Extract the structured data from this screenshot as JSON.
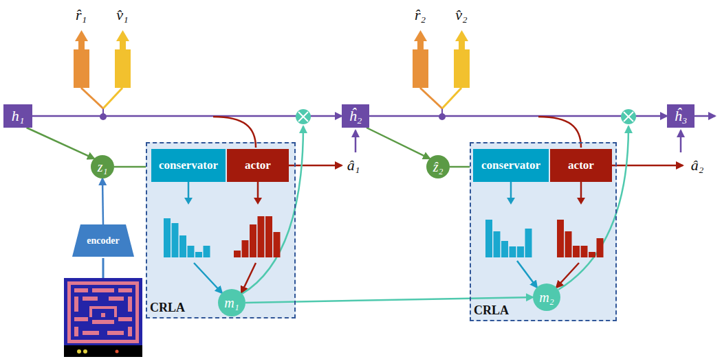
{
  "diagram": {
    "nodes": [
      {
        "text": [
          "h₁"
        ]
      },
      {
        "text": [
          "z₁"
        ]
      },
      {
        "text": [
          "encoder"
        ]
      },
      {
        "text": [
          "CRLA"
        ]
      },
      {
        "text": [
          "conservator"
        ],
        "in": 3
      },
      {
        "text": [
          "actor"
        ],
        "in": 3
      },
      {
        "text": [
          "m₁"
        ],
        "in": 3
      },
      {
        "text": [
          "ĥ₂"
        ]
      },
      {
        "text": [
          "ẑ₂"
        ]
      },
      {
        "text": [
          "CRLA"
        ]
      },
      {
        "text": [
          "conservator"
        ],
        "in": 9
      },
      {
        "text": [
          "actor"
        ],
        "in": 9
      },
      {
        "text": [
          "m₂"
        ],
        "in": 9
      },
      {
        "text": [
          "ĥ₃"
        ]
      }
    ],
    "edges": [
      {
        "from": 0,
        "to": 1,
        "arrow": "to"
      },
      {
        "from": 2,
        "to": 1,
        "arrow": "to"
      },
      {
        "from": 1,
        "to": 3,
        "arrow": "none"
      },
      {
        "from": 4,
        "to": 6,
        "arrow": "to"
      },
      {
        "from": 5,
        "to": 6,
        "arrow": "to"
      },
      {
        "from": 6,
        "to": 12,
        "arrow": "to"
      },
      {
        "from": 0,
        "to": 7,
        "arrow": "to"
      },
      {
        "from": 7,
        "to": 8,
        "arrow": "to"
      },
      {
        "from": 8,
        "to": 9,
        "arrow": "none"
      },
      {
        "from": 10,
        "to": 12,
        "arrow": "to"
      },
      {
        "from": 11,
        "to": 12,
        "arrow": "to"
      },
      {
        "from": 7,
        "to": 13,
        "arrow": "to"
      }
    ],
    "labels": [
      "r̂₁",
      "v̂₁",
      "r̂₂",
      "v̂₂",
      "â₁",
      "â₂"
    ]
  }
}
